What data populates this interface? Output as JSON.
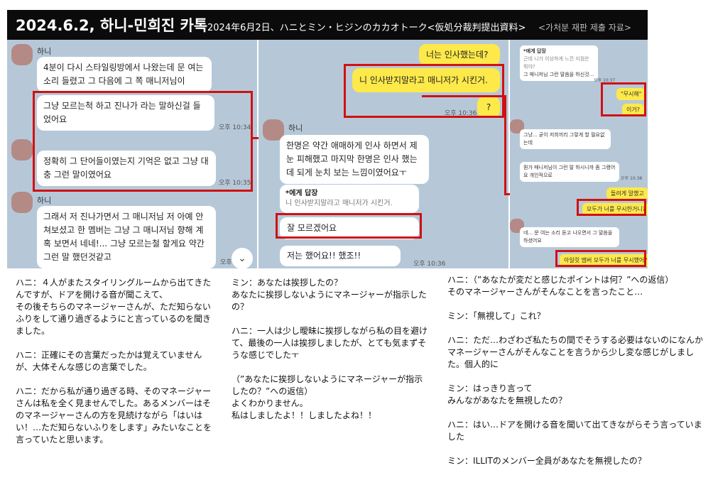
{
  "header": {
    "title": "2024.6.2, 하니-민희진 카톡",
    "subtitle_jp": "2024年6月2日、ハニとミン・ヒジンのカカオトーク<仮処分裁判提出資料>",
    "note_kr": "<가처분 재판 제출 자료>"
  },
  "panel1": {
    "name1": "하니",
    "msg1": "4분이 다시 스타일링방에서 나왔는데 문 여는 소리 들렸고 그 다음에 그 쪽 매니저님이",
    "msg2": "그냥 모르는척 하고 진나가 라는 말하신걸 들었어요",
    "time1": "오후 10:34",
    "msg3": "정확히 그 단어들이였는지 기억은 없고 그냥 대충 그런 말이였어요",
    "time2": "오후 10:35",
    "name2": "하니",
    "msg4": "그래서 저 진나가면서 그 매니저님 저 아예 안 쳐보셨고 한 멤버는 그냥 그 매니저님 향해 계혹 보면서 네네!... 그냥 모르는철 할게요 약간 그런 말 했던것같고",
    "time3": "오후"
  },
  "panel2": {
    "y1": "너는 인사했는데?",
    "y2": "니 인사받지말라고 매니저가 시킨거.",
    "y3": "?",
    "time1": "오후 10:36",
    "name": "하니",
    "msg1": "한명은 약간 애매하게 인사 하면서 제 눈 피해했고 마지막 한명은 인사 했는데 되게 눈치 보는 느낌이였어요ㅜ",
    "reply_label": "*에게 답장",
    "reply_quote": "니 인사받지말라고 매니저가 시킨거.",
    "reply_text": "잘 모르겠어요",
    "msg2": "저는 했어요!! 했조!!",
    "time2": "오후 10:36",
    "scroll_icon": "chevron-down"
  },
  "panel3": {
    "m1_label": "*에게 답장",
    "m1_quote": "근데 니가 이상하게 느낀 지점은 뭐야?",
    "m1_text": "그 매니저님 그런 말씀을 하신것...",
    "time1": "오후 10:37",
    "y1": "\"무시해\"",
    "y2": "이거?",
    "m2": "그냥... 굳이 저희끼리 그렇게 할 필요없는데",
    "m3": "뭔가 매니저님이 그런 말 하시니까 좀 그랬어요 개인적으로",
    "time2": "오후 10:38",
    "y3": "돌려게 말했고",
    "y4": "모두가 너를 무시한거니?",
    "m4": "네... 문 여는 소리 듣고 나오면서 그 말씀을 하셨어요",
    "y5": "아일릿 멤버 모두가 너를 무시했어?"
  },
  "translation": {
    "col1": [
      "ハニ：４人がまたスタイリングルームから出てきたんですが、ドアを開ける音が聞こえて、\nその後そちらのマネージャーさんが、ただ知らないふりをして通り過ぎるようにと言っているのを聞きました。",
      "ハニ：正確にその言葉だったかは覚えていませんが、大体そんな感じの言葉でした。",
      "ハニ：だから私が通り過ぎる時、そのマネージャーさんは私を全く見ませんでした。あるメンバーはそのマネージャーさんの方を見続けながら「はいはい！…ただ知らないふりをします」みたいなことを言っていたと思います。"
    ],
    "col2": [
      "ミン：あなたは挨拶したの？\nあなたに挨拶しないようにマネージャーが指示したの？",
      "ハニ：一人は少し曖昧に挨拶しながら私の目を避けて、最後の一人は挨拶しましたが、とても気まずそうな感じでしたㅜ",
      "（”あなたに挨拶しないようにマネージャーが指示したの？”への返信）\nよくわかりません。\n私はしましたよ！！しましたよね！！"
    ],
    "col3": [
      "ハニ：（”あなたが変だと感じたポイントは何？”への返信）\nそのマネージャーさんがそんなことを言ったこと…",
      "ミン：「無視して」これ？",
      "ハニ：ただ…わざわざ私たちの間でそうする必要はないのになんかマネージャーさんがそんなことを言うから少し変な感じがしました。個人的に",
      "ミン：はっきり言って\nみんながあなたを無視したの？",
      "ハニ：はい…ドアを開ける音を聞いて出てきながらそう言っていました",
      "ミン：ILLITのメンバー全員があなたを無視したの？"
    ]
  }
}
